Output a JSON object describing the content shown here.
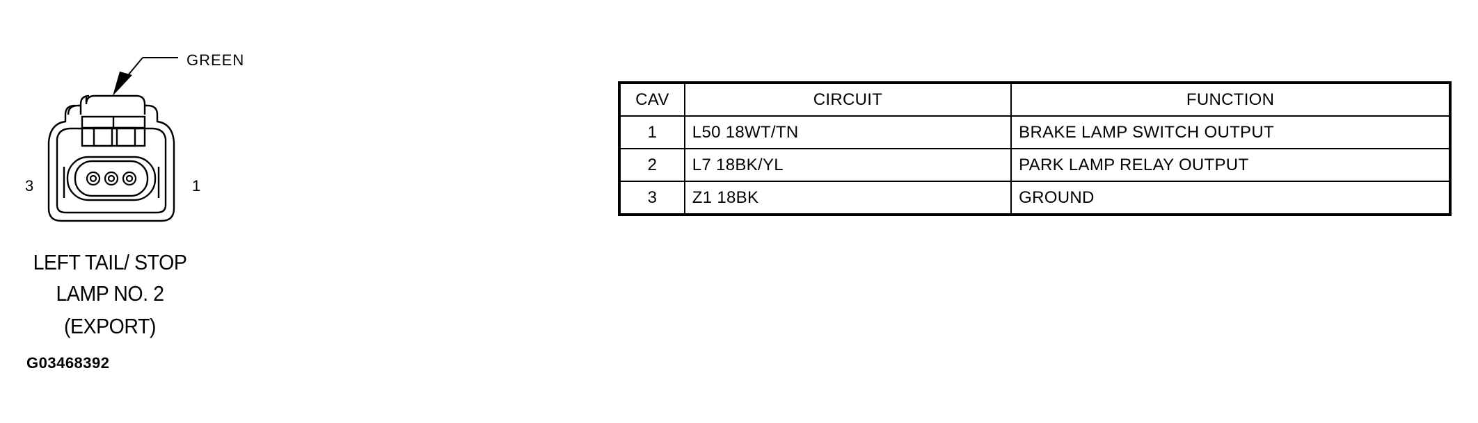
{
  "connector": {
    "color_label": "GREEN",
    "pin_left": "3",
    "pin_right": "1",
    "caption_lines": [
      "LEFT TAIL/ STOP",
      "LAMP NO. 2",
      "(EXPORT)"
    ],
    "figure_id": "G03468392"
  },
  "table": {
    "headers": [
      "CAV",
      "CIRCUIT",
      "FUNCTION"
    ],
    "rows": [
      [
        "1",
        "L50 18WT/TN",
        "BRAKE LAMP SWITCH OUTPUT"
      ],
      [
        "2",
        "L7 18BK/YL",
        "PARK LAMP RELAY OUTPUT"
      ],
      [
        "3",
        "Z1 18BK",
        "GROUND"
      ]
    ]
  }
}
